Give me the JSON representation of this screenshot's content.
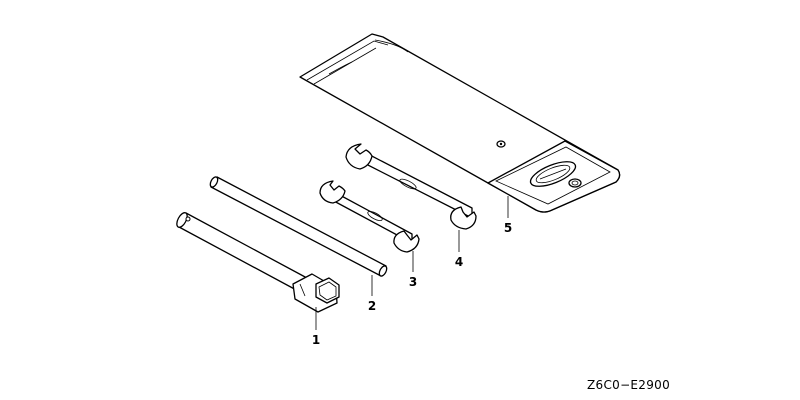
{
  "diagram": {
    "parts": [
      {
        "number": "1"
      },
      {
        "number": "2"
      },
      {
        "number": "3"
      },
      {
        "number": "4"
      },
      {
        "number": "5"
      }
    ],
    "drawing_code": "Z6C0−E2900"
  },
  "colors": {
    "line": "#000000",
    "background": "#ffffff"
  }
}
